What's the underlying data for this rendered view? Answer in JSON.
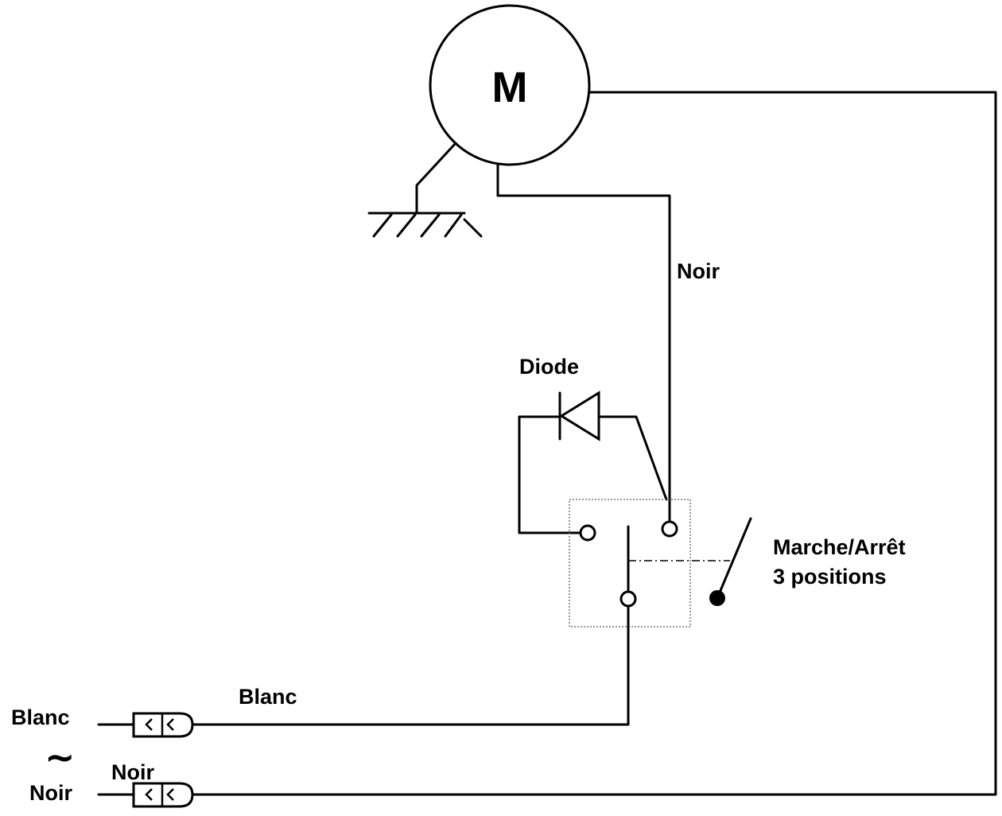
{
  "motor": {
    "label": "M"
  },
  "wires": {
    "motor_to_switch": "Noir",
    "supply_white": "Blanc",
    "supply_black": "Noir"
  },
  "diode": {
    "label": "Diode"
  },
  "switch": {
    "label_line1": "Marche/Arrêt",
    "label_line2": "3 positions"
  },
  "terminals": {
    "white": "Blanc",
    "symbol": "~",
    "black": "Noir"
  }
}
